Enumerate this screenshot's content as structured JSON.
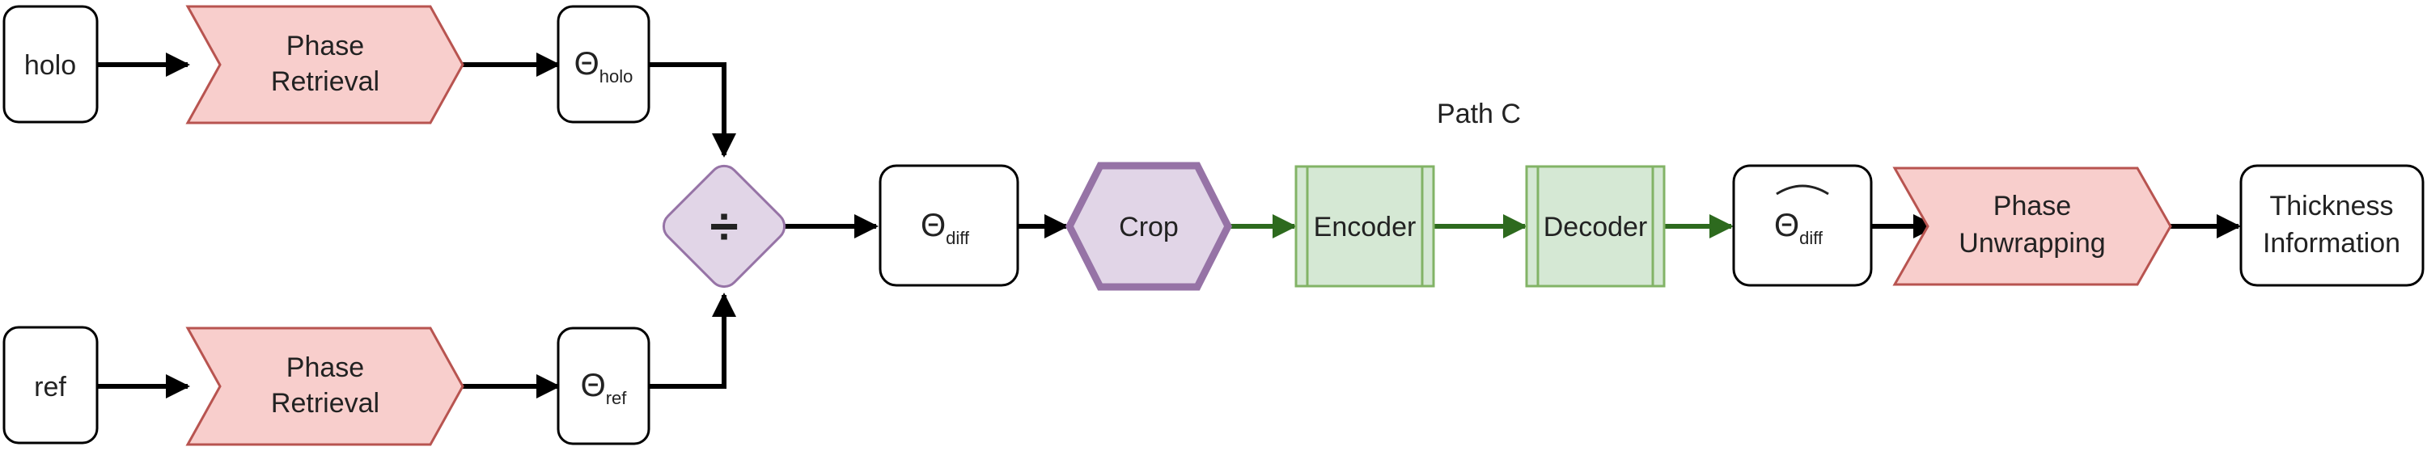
{
  "path_label": "Path C",
  "inputs": {
    "holo": "holo",
    "ref": "ref"
  },
  "phase_retrieval": {
    "top": [
      "Phase",
      "Retrieval"
    ],
    "bottom": [
      "Phase",
      "Retrieval"
    ]
  },
  "theta": {
    "symbol": "Θ",
    "holo_sub": "holo",
    "ref_sub": "ref",
    "diff_sub": "diff",
    "out_sub": "diff"
  },
  "divide": {
    "symbol": "÷"
  },
  "crop": "Crop",
  "encoder": "Encoder",
  "decoder": "Decoder",
  "phase_unwrapping": [
    "Phase",
    "Unwrapping"
  ],
  "output": [
    "Thickness",
    "Information"
  ],
  "colors": {
    "pink_fill": "#f8cecc",
    "pink_stroke": "#b85450",
    "purple_fill": "#e1d5e7",
    "purple_stroke": "#9673a6",
    "green_fill": "#d5e8d4",
    "green_stroke": "#82b366",
    "green_arrow": "#2d6a1e",
    "black": "#000000"
  }
}
